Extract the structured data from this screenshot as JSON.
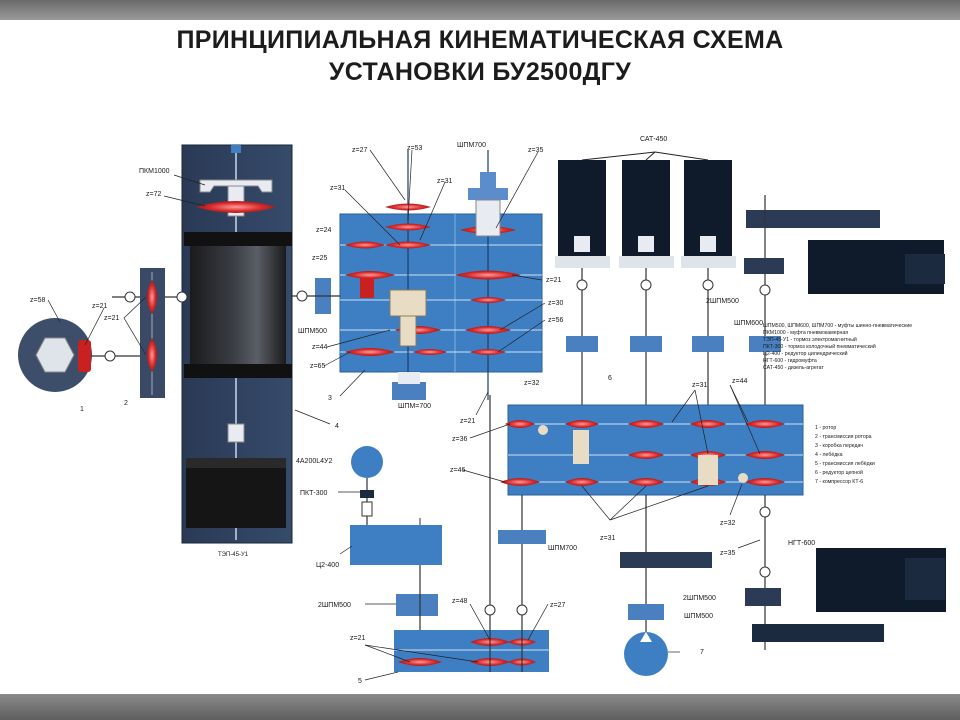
{
  "title": {
    "line1": "ПРИНЦИПИАЛЬНАЯ КИНЕМАТИЧЕСКАЯ СХЕМА",
    "line2": "УСТАНОВКИ БУ2500ДГУ"
  },
  "colors": {
    "housing_blue": "#3e7fc4",
    "frame_dark": "#2b3a55",
    "gear_red": "#d62a2a",
    "engine_black": "#141414"
  },
  "labels": {
    "pkm1000": "ПКМ1000",
    "z72": "z=72",
    "z58": "z=58",
    "z21_a": "z=21",
    "z21_b": "z=21",
    "n1": "1",
    "n2": "2",
    "z27_a": "z=27",
    "z53": "z=53",
    "z31_a": "z=31",
    "z31_b": "z=31",
    "shpm700_top": "ШПМ700",
    "z35_a": "z=35",
    "z24": "z=24",
    "z25": "z=25",
    "z21_c": "z=21",
    "z30": "z=30",
    "z56": "z=56",
    "shpm500": "ШПМ500",
    "z44_a": "z=44",
    "z65": "z=65",
    "n3": "3",
    "shpm700_mid": "ШПМ=700",
    "n4": "4",
    "z21_d": "z=21",
    "z32_a": "z=32",
    "z36": "z=36",
    "z46": "z=46",
    "n6": "6",
    "z31_c": "z=31",
    "z44_b": "z=44",
    "z32_b": "z=32",
    "z35_b": "z=35",
    "z31_d": "z=31",
    "shpm700_low": "ШПМ700",
    "motor_4a": "4А200L4У2",
    "pkt300": "ПКТ-300",
    "c2_400": "Ц2-400",
    "shpm500_2": "2ШПМ500",
    "z48": "z=48",
    "z27_b": "z=27",
    "z21_e": "z=21",
    "n5": "5",
    "tep": "ТЭП-45-У1",
    "sat450": "САТ-450",
    "shpm500_2b": "2ШПМ500",
    "shpm600": "ШПМ600",
    "ngt600": "НГТ-600",
    "shpm500_2c": "2ШПМ500",
    "shpm500_c": "ШПМ500",
    "n7": "7"
  },
  "abbrev_legend": [
    "ШПМ500, ШПМ600, ШПМ700 - муфты шинно-пневматические",
    "ПКМ1000 - муфта пневмокамерная",
    "ТЭП-45-У1 - тормоз электромагнитный",
    "ПКТ-300 - тормоз колодочный пневматический",
    "Ц2-400 - редуктор цилиндрический",
    "НГТ-600 - гидромуфта",
    "САТ-450 - дизель-агрегат"
  ],
  "component_legend": [
    "1 - ротор",
    "2 - трансмиссия ротора",
    "3 - коробка передач",
    "4 - лебёдка",
    "5 - трансмиссия лебёдки",
    "6 - редуктор цепной",
    "7 - компрессор КТ-6"
  ]
}
